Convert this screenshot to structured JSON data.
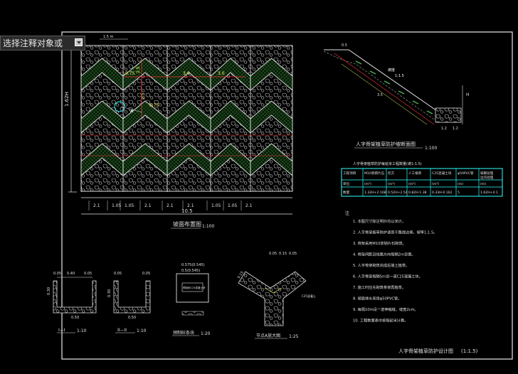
{
  "prompt": {
    "text": "选择注释对象或"
  },
  "elevation": {
    "title": "坡面布置图",
    "scale": "1:100",
    "height_label": "1.62H",
    "top_label": "1.5 m",
    "inner_dims": [
      "2.5",
      "0.75",
      "3.0",
      "3.0",
      "2.5",
      "0.75"
    ],
    "bottom_dims": [
      "2.1",
      "1.05",
      "1.05",
      "2.1",
      "2.1",
      "2.1",
      "1.05",
      "1.05",
      "2.1"
    ],
    "total": "10.5",
    "node_marker": "A"
  },
  "section": {
    "title": "人字骨架植草防护坡断面图",
    "scale": "1:100",
    "labels": [
      "0.5",
      "坡度",
      "1:1.5",
      "H",
      "3.5",
      "1.2",
      "1.2"
    ]
  },
  "table": {
    "title": "人字骨架植草防护每延米工程数量(坡1:1.5)",
    "headers": [
      "工程项目",
      "M10浆砌片石",
      "挖方",
      "人工植草",
      "C25混凝土块",
      "φ50PVC管",
      "坡脚处理"
    ],
    "headers2": [
      "",
      "",
      "",
      "",
      "",
      "",
      "边沟处理"
    ],
    "units": [
      "单位",
      "(m³)",
      "(m³)",
      "(m²)",
      "(m³)",
      "(m)",
      "(m)"
    ],
    "values": [
      "数量",
      "1.32H+2.168",
      "0.52H+2.54",
      "0.82H-1.38",
      "0.33H-0.162",
      "5",
      "1.62H+4.1"
    ]
  },
  "notes": {
    "header": "注",
    "items": [
      "1. 本图尺寸除注明外均以米计。",
      "2. 人字骨架植草防护适用于路堤边坡，坡率1:1.5。",
      "3. 骨架采用M10浆砌片石砌筑。",
      "4. 骨架间距沿线路方向每隔2m设置。",
      "5. 人字骨架砌筑完成后填土植草。",
      "6. 人字骨架每隔5m设一道C25混凝土块。",
      "7. 施工时应先砌筑骨架再植草。",
      "8. 坡面排水采用φ50PVC管。",
      "9. 每隔10m设一道伸缩缝，缝宽2cm。",
      "10. 工程数量表中按每延米计算。"
    ]
  },
  "details": {
    "sec1": {
      "label": "I—I",
      "scale": "1:10",
      "dims": [
        "0.05",
        "0.40",
        "0.05",
        "0.30",
        "0.50"
      ]
    },
    "sec2": {
      "label": "II—II",
      "scale": "1:10",
      "dims": [
        "0.05",
        "0.05",
        "0.30",
        "0.50"
      ]
    },
    "block": {
      "label": "预制砼条块",
      "scale": "1:20",
      "dims": [
        "0.575(0.545)",
        "0.5(0.545)"
      ],
      "inner": "预制砼C25混凝土块"
    },
    "node": {
      "label": "节点A放大图",
      "scale": "1:25",
      "dims": [
        "0.05",
        "0.15",
        "0.05",
        "0.15"
      ],
      "tag": "C25混凝土"
    }
  },
  "drawing_title": "人字骨架植草防护设计图",
  "drawing_scale": "(1:1.5)"
}
